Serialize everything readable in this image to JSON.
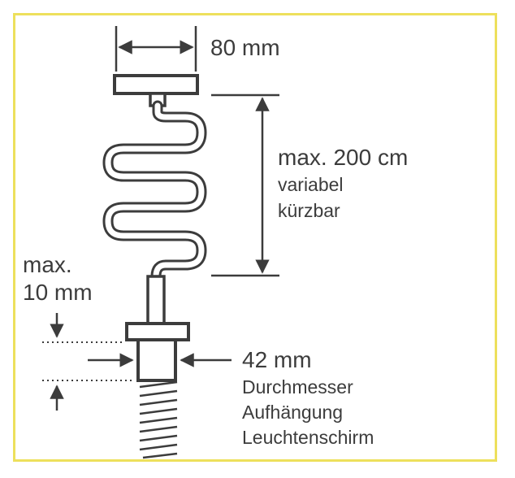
{
  "colors": {
    "frame": "#ede05c",
    "ink": "#3c3c3c"
  },
  "labels": {
    "top_width": "80 mm",
    "length_value": "max. 200 cm",
    "length_note_1": "variabel",
    "length_note_2": "kürzbar",
    "offset_line_1": "max.",
    "offset_line_2": "10 mm",
    "diameter_value": "42 mm",
    "diameter_note_1": "Durchmesser",
    "diameter_note_2": "Aufhängung",
    "diameter_note_3": "Leuchtenschirm"
  }
}
